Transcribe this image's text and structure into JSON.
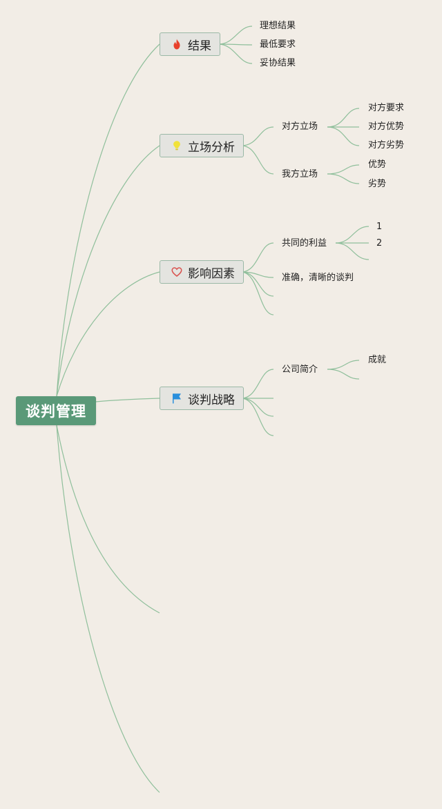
{
  "root": {
    "label": "谈判管理"
  },
  "branches": [
    {
      "label": "结果",
      "icon": "flame-icon",
      "icon_color": "#e8412c",
      "children": [
        "理想结果",
        "最低要求",
        "妥协结果"
      ]
    },
    {
      "label": "立场分析",
      "icon": "lightbulb-icon",
      "icon_color": "#f1e23a",
      "children": [
        {
          "label": "对方立场",
          "children": [
            "对方要求",
            "对方优势",
            "对方劣势"
          ]
        },
        {
          "label": "我方立场",
          "children": [
            "优势",
            "劣势"
          ]
        }
      ]
    },
    {
      "label": "影响因素",
      "icon": "heart-icon",
      "icon_color": "#d9534f",
      "children": [
        {
          "label": "共同的利益",
          "children": [
            "1",
            "2"
          ]
        },
        {
          "label": "准确，清晰的谈判"
        }
      ]
    },
    {
      "label": "谈判战略",
      "icon": "flag-icon",
      "icon_color": "#2a8fdc",
      "children": [
        {
          "label": "公司简介",
          "children": [
            "成就"
          ]
        }
      ]
    }
  ],
  "colors": {
    "background": "#f2ede6",
    "root": "#5a9978",
    "line": "#8fbf9b"
  }
}
